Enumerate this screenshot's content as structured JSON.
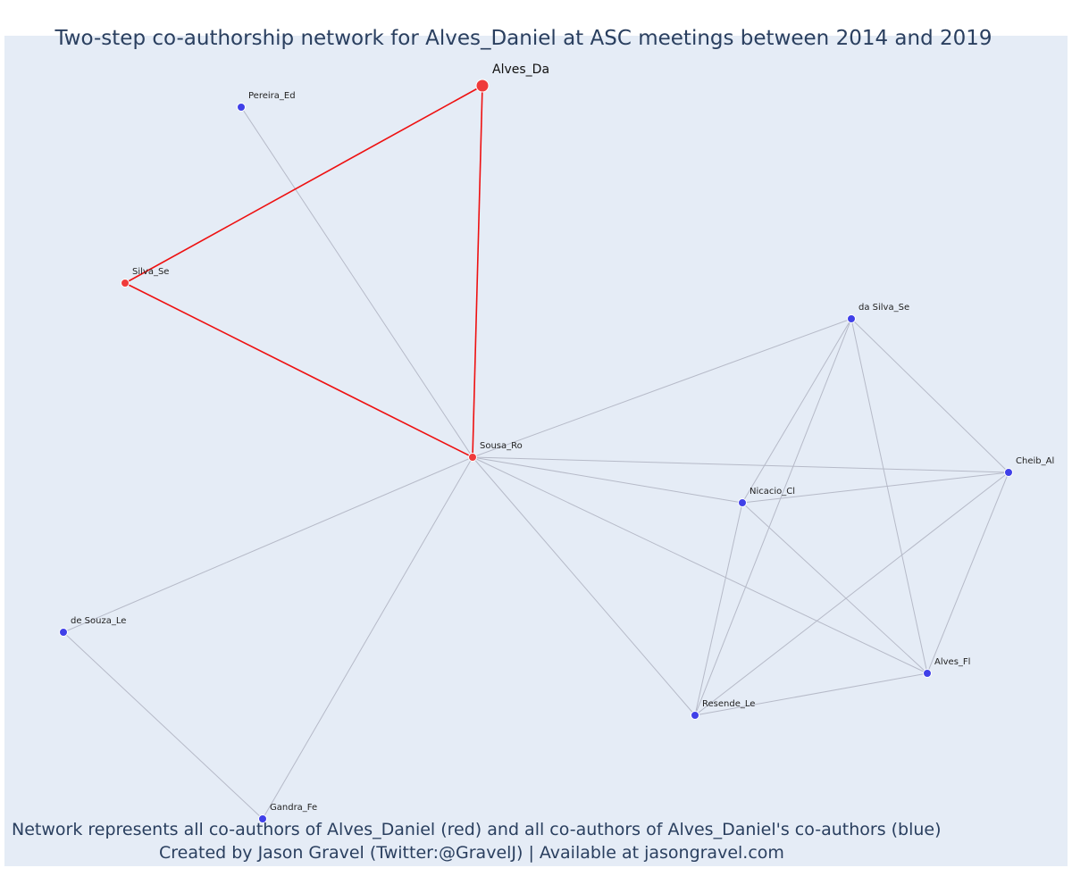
{
  "title": "Two-step co-authorship network for Alves_Daniel at ASC meetings between 2014 and 2019",
  "footnote_line1": "Network represents all co-authors of Alves_Daniel (red) and all co-authors of Alves_Daniel's co-authors (blue)",
  "footnote_line2": "Created by Jason Gravel (Twitter:@GravelJ) | Available at jasongravel.com",
  "colors": {
    "background": "#e5ecf6",
    "focal": "#ef3b3b",
    "coauthor": "#ef3b3b",
    "second_step": "#4040e8",
    "red_edge": "#ee1111",
    "grey_edge": "#b6bac8",
    "text": "#2a3f5f"
  },
  "nodes": [
    {
      "id": "Alves_Da",
      "group": "focal"
    },
    {
      "id": "Pereira_Ed",
      "group": "second_step"
    },
    {
      "id": "Silva_Se",
      "group": "coauthor"
    },
    {
      "id": "Sousa_Ro",
      "group": "coauthor"
    },
    {
      "id": "da Silva_Se",
      "group": "second_step"
    },
    {
      "id": "Cheib_Al",
      "group": "second_step"
    },
    {
      "id": "Nicacio_Cl",
      "group": "second_step"
    },
    {
      "id": "de Souza_Le",
      "group": "second_step"
    },
    {
      "id": "Alves_Fl",
      "group": "second_step"
    },
    {
      "id": "Resende_Le",
      "group": "second_step"
    },
    {
      "id": "Gandra_Fe",
      "group": "second_step"
    }
  ],
  "edges": [
    {
      "source": "Alves_Da",
      "target": "Silva_Se",
      "type": "red"
    },
    {
      "source": "Alves_Da",
      "target": "Sousa_Ro",
      "type": "red"
    },
    {
      "source": "Silva_Se",
      "target": "Sousa_Ro",
      "type": "red"
    },
    {
      "source": "Pereira_Ed",
      "target": "Sousa_Ro",
      "type": "grey"
    },
    {
      "source": "Sousa_Ro",
      "target": "da Silva_Se",
      "type": "grey"
    },
    {
      "source": "Sousa_Ro",
      "target": "Cheib_Al",
      "type": "grey"
    },
    {
      "source": "Sousa_Ro",
      "target": "Nicacio_Cl",
      "type": "grey"
    },
    {
      "source": "Sousa_Ro",
      "target": "Alves_Fl",
      "type": "grey"
    },
    {
      "source": "Sousa_Ro",
      "target": "Resende_Le",
      "type": "grey"
    },
    {
      "source": "Sousa_Ro",
      "target": "de Souza_Le",
      "type": "grey"
    },
    {
      "source": "Sousa_Ro",
      "target": "Gandra_Fe",
      "type": "grey"
    },
    {
      "source": "de Souza_Le",
      "target": "Gandra_Fe",
      "type": "grey"
    },
    {
      "source": "da Silva_Se",
      "target": "Cheib_Al",
      "type": "grey"
    },
    {
      "source": "da Silva_Se",
      "target": "Nicacio_Cl",
      "type": "grey"
    },
    {
      "source": "da Silva_Se",
      "target": "Alves_Fl",
      "type": "grey"
    },
    {
      "source": "da Silva_Se",
      "target": "Resende_Le",
      "type": "grey"
    },
    {
      "source": "Cheib_Al",
      "target": "Nicacio_Cl",
      "type": "grey"
    },
    {
      "source": "Cheib_Al",
      "target": "Alves_Fl",
      "type": "grey"
    },
    {
      "source": "Cheib_Al",
      "target": "Resende_Le",
      "type": "grey"
    },
    {
      "source": "Nicacio_Cl",
      "target": "Alves_Fl",
      "type": "grey"
    },
    {
      "source": "Nicacio_Cl",
      "target": "Resende_Le",
      "type": "grey"
    },
    {
      "source": "Alves_Fl",
      "target": "Resende_Le",
      "type": "grey"
    }
  ]
}
